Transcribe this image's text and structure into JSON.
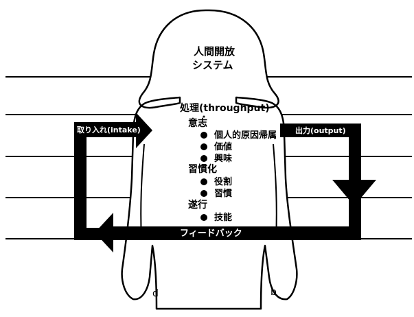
{
  "system_title": [
    "人間開放",
    "システム"
  ],
  "process": {
    "heading": "処理(throughput)",
    "groups": [
      {
        "heading": "意志",
        "items": [
          "個人的原因帰属",
          "価値",
          "興味"
        ]
      },
      {
        "heading": "習慣化",
        "items": [
          "役割",
          "習慣"
        ]
      },
      {
        "heading": "遂行",
        "items": [
          "技能"
        ]
      }
    ]
  },
  "input_label": "取り入れ(intake)",
  "output_label": "出力(output)",
  "feedback_label": "フィードバック",
  "palm_marks": {
    "left": "d",
    "right": "b"
  },
  "colors": {
    "ink": "#000000",
    "paper": "#ffffff"
  }
}
